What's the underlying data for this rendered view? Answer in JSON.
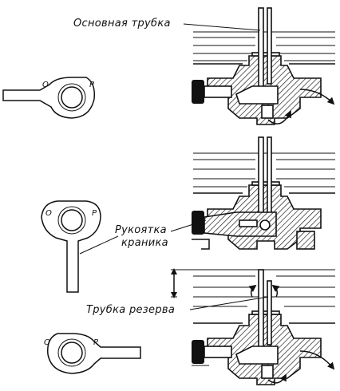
{
  "labels": {
    "main_tube": "Основная трубка",
    "handle_line1": "Рукоятка",
    "handle_line2": "краника",
    "reserve_tube": "Трубка резерва"
  },
  "handle_marks": {
    "top": {
      "left": "О",
      "right": "Р"
    },
    "middle": {
      "left": "О",
      "right": "Р"
    },
    "bottom": {
      "left": "О",
      "right": "Р"
    }
  },
  "colors": {
    "ink": "#111111",
    "paper": "#ffffff"
  }
}
